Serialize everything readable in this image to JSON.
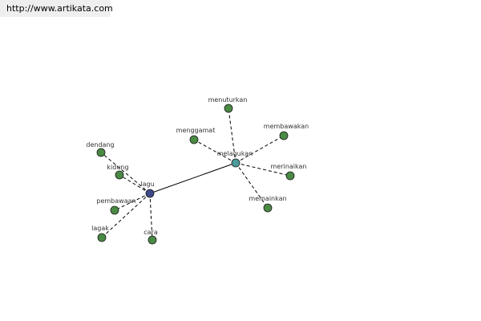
{
  "source": {
    "url_text": "http://www.artikata.com"
  },
  "graph": {
    "colors": {
      "hub_primary": "#3f4a8c",
      "hub_secondary": "#4c9a9a",
      "leaf": "#4a8a44",
      "edge": "#000000",
      "node_outline": "#1a1a1a"
    },
    "nodes": [
      {
        "id": "lagu",
        "label": "lagu",
        "role": "hub_primary"
      },
      {
        "id": "melagukan",
        "label": "melagukan",
        "role": "hub_secondary"
      },
      {
        "id": "dendang",
        "label": "dendang",
        "role": "leaf"
      },
      {
        "id": "kidung",
        "label": "kidung",
        "role": "leaf"
      },
      {
        "id": "pembawaan",
        "label": "pembawaan",
        "role": "leaf"
      },
      {
        "id": "lagak",
        "label": "lagak",
        "role": "leaf"
      },
      {
        "id": "cara",
        "label": "cara",
        "role": "leaf"
      },
      {
        "id": "menuturkan",
        "label": "menuturkan",
        "role": "leaf"
      },
      {
        "id": "menggamat",
        "label": "menggamat",
        "role": "leaf"
      },
      {
        "id": "membawakan",
        "label": "membawakan",
        "role": "leaf"
      },
      {
        "id": "merinaikan",
        "label": "merinaikan",
        "role": "leaf"
      },
      {
        "id": "memainkan",
        "label": "memainkan",
        "role": "leaf"
      }
    ],
    "edges": [
      {
        "from": "lagu",
        "to": "melagukan",
        "style": "solid"
      },
      {
        "from": "lagu",
        "to": "dendang",
        "style": "dashed"
      },
      {
        "from": "lagu",
        "to": "kidung",
        "style": "dashed"
      },
      {
        "from": "lagu",
        "to": "pembawaan",
        "style": "dashed"
      },
      {
        "from": "lagu",
        "to": "lagak",
        "style": "dashed"
      },
      {
        "from": "lagu",
        "to": "cara",
        "style": "dashed"
      },
      {
        "from": "melagukan",
        "to": "menuturkan",
        "style": "dashed"
      },
      {
        "from": "melagukan",
        "to": "menggamat",
        "style": "dashed"
      },
      {
        "from": "melagukan",
        "to": "membawakan",
        "style": "dashed"
      },
      {
        "from": "melagukan",
        "to": "merinaikan",
        "style": "dashed"
      },
      {
        "from": "melagukan",
        "to": "memainkan",
        "style": "dashed"
      }
    ]
  }
}
